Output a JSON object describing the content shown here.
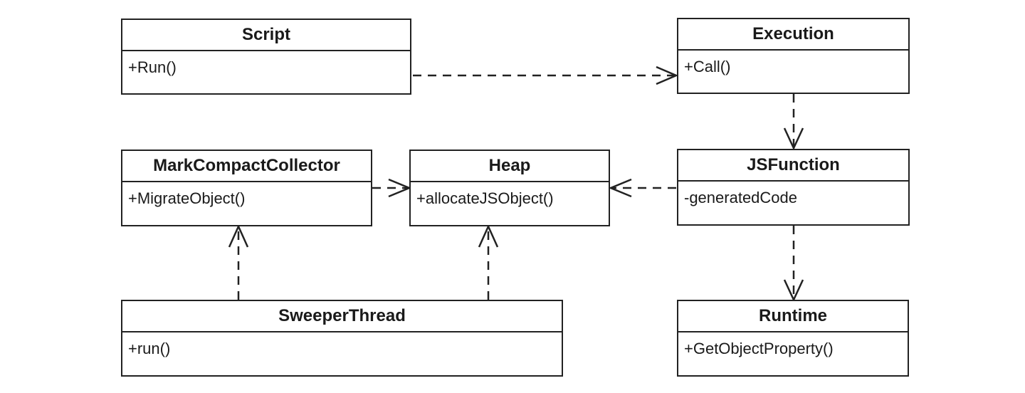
{
  "classes": {
    "script": {
      "name": "Script",
      "member": "+Run()"
    },
    "execution": {
      "name": "Execution",
      "member": "+Call()"
    },
    "mark_compact_collector": {
      "name": "MarkCompactCollector",
      "member": "+MigrateObject()"
    },
    "heap": {
      "name": "Heap",
      "member": "+allocateJSObject()"
    },
    "js_function": {
      "name": "JSFunction",
      "member": "-generatedCode"
    },
    "sweeper_thread": {
      "name": "SweeperThread",
      "member": "+run()"
    },
    "runtime": {
      "name": "Runtime",
      "member": "+GetObjectProperty()"
    }
  },
  "dependencies": [
    {
      "from": "Script",
      "to": "Execution"
    },
    {
      "from": "Execution",
      "to": "JSFunction"
    },
    {
      "from": "MarkCompactCollector",
      "to": "Heap"
    },
    {
      "from": "JSFunction",
      "to": "Heap"
    },
    {
      "from": "JSFunction",
      "to": "Runtime"
    },
    {
      "from": "SweeperThread",
      "to": "MarkCompactCollector"
    },
    {
      "from": "SweeperThread",
      "to": "Heap"
    }
  ]
}
